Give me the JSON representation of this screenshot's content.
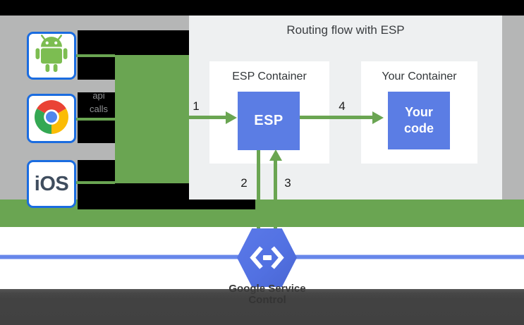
{
  "panel": {
    "title": "Routing flow with ESP"
  },
  "clients": {
    "ios_label": "iOS",
    "api_calls_line1": "api",
    "api_calls_line2": "calls",
    "icons": [
      "android-icon",
      "chrome-icon",
      "ios-label"
    ]
  },
  "esp_container": {
    "title": "ESP Container",
    "box_label": "ESP"
  },
  "your_container": {
    "title": "Your Container",
    "box_line1": "Your",
    "box_line2": "code"
  },
  "steps": {
    "one": "1",
    "two": "2",
    "three": "3",
    "four": "4"
  },
  "service": {
    "name_line1": "Google Service",
    "name_line2": "Control",
    "icon": "cloud-endpoints-hexagon-icon"
  },
  "colors": {
    "green": "#6aa552",
    "blue_box": "#5b7de4",
    "hexagon_blue_top": "#5b79e8",
    "hexagon_blue_bottom": "#4a66d2",
    "service_line_blue": "#6787ea",
    "panel_background": "#eef0f1",
    "page_gray": "#b5b6b6",
    "dark_band": "#424242",
    "client_border_blue": "#1a6ce0",
    "black": "#000000"
  }
}
